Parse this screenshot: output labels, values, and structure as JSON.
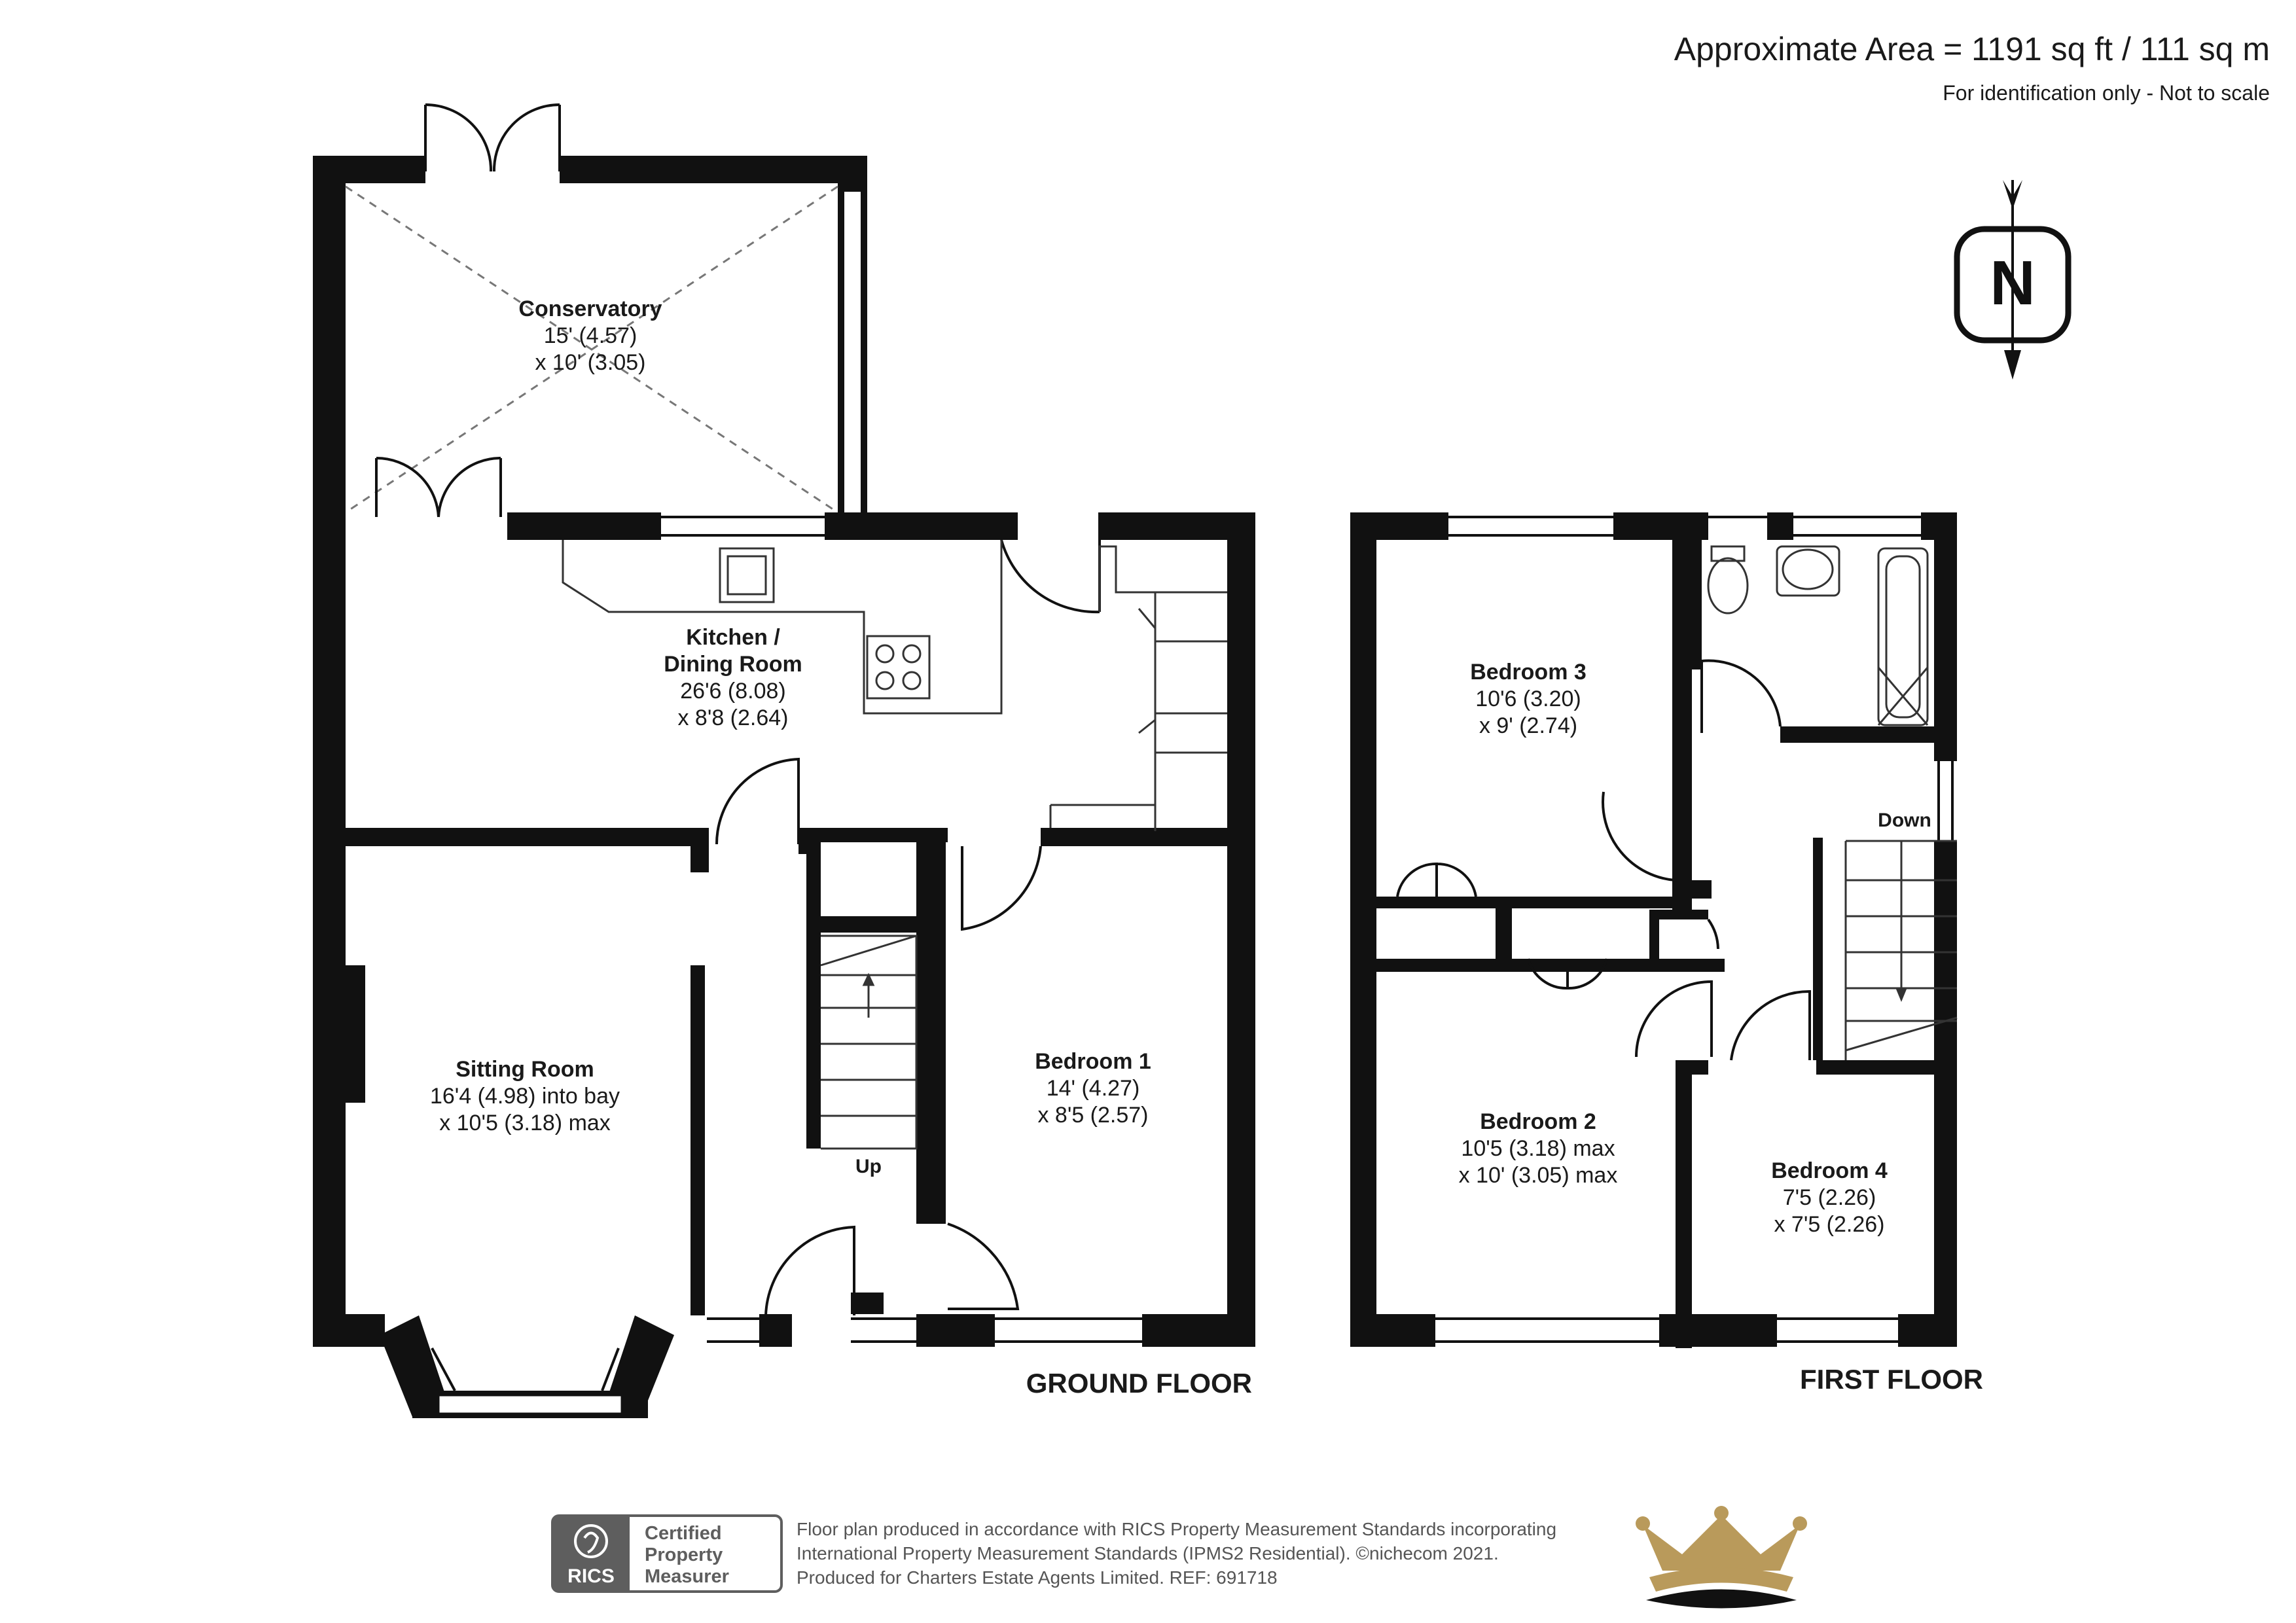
{
  "header": {
    "area": "Approximate Area = 1191 sq ft / 111 sq m",
    "note": "For identification only - Not to scale"
  },
  "compass": {
    "letter": "N"
  },
  "ground_floor": {
    "label": "GROUND FLOOR",
    "rooms": {
      "conservatory": {
        "name": "Conservatory",
        "dim1": "15' (4.57)",
        "dim2": "x 10' (3.05)"
      },
      "kitchen": {
        "name1": "Kitchen /",
        "name2": "Dining Room",
        "dim1": "26'6 (8.08)",
        "dim2": "x 8'8 (2.64)"
      },
      "sitting": {
        "name": "Sitting Room",
        "dim1": "16'4 (4.98) into bay",
        "dim2": "x 10'5 (3.18) max"
      },
      "bedroom1": {
        "name": "Bedroom 1",
        "dim1": "14' (4.27)",
        "dim2": "x 8'5 (2.57)"
      }
    },
    "stairs_label": "Up"
  },
  "first_floor": {
    "label": "FIRST FLOOR",
    "rooms": {
      "bedroom3": {
        "name": "Bedroom 3",
        "dim1": "10'6 (3.20)",
        "dim2": "x 9' (2.74)"
      },
      "bedroom2": {
        "name": "Bedroom 2",
        "dim1": "10'5 (3.18) max",
        "dim2": "x 10' (3.05) max"
      },
      "bedroom4": {
        "name": "Bedroom 4",
        "dim1": "7'5 (2.26)",
        "dim2": "x 7'5 (2.26)"
      }
    },
    "stairs_label": "Down"
  },
  "footer": {
    "badge_org": "RICS",
    "badge_line1": "Certified",
    "badge_line2": "Property",
    "badge_line3": "Measurer",
    "line1": "Floor plan produced in accordance with RICS Property Measurement Standards incorporating",
    "line2": "International Property Measurement Standards (IPMS2 Residential).  ©nichecom 2021.",
    "line3": "Produced for Charters Estate Agents Limited.   REF:  691718"
  },
  "colors": {
    "wall": "#111111",
    "gold": "#b99a5b",
    "grey": "#5e5e5e"
  }
}
